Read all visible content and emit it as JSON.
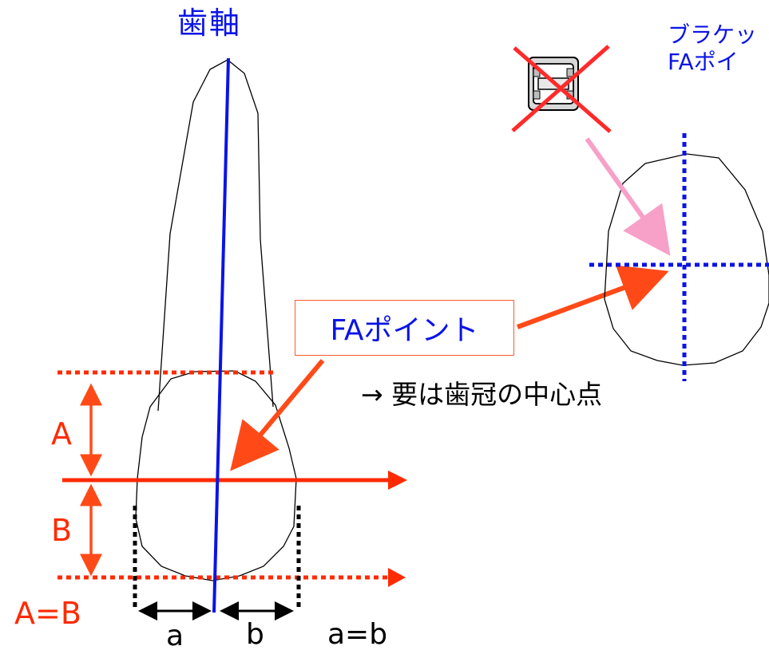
{
  "title": "歯軸",
  "bracket_note": {
    "line1": "ブラケッ",
    "line2": "FAポイ"
  },
  "fa_point_label": "FAポイント",
  "explanation": "→ 要は歯冠の中心点",
  "labels": {
    "A": "A",
    "B": "B",
    "A_equals_B": "A=B",
    "a": "a",
    "b": "b",
    "a_equals_b": "a=b"
  },
  "colors": {
    "axis_blue": "#0a14e6",
    "guide_red": "#ff2a00",
    "arrow_orange": "#ff4a18",
    "arrow_pink": "#f7a0c8",
    "text_blue": "#0a14e6",
    "label_red": "#ff2a00"
  },
  "icons": [
    "bracket-icon",
    "cross-mark-icon"
  ]
}
